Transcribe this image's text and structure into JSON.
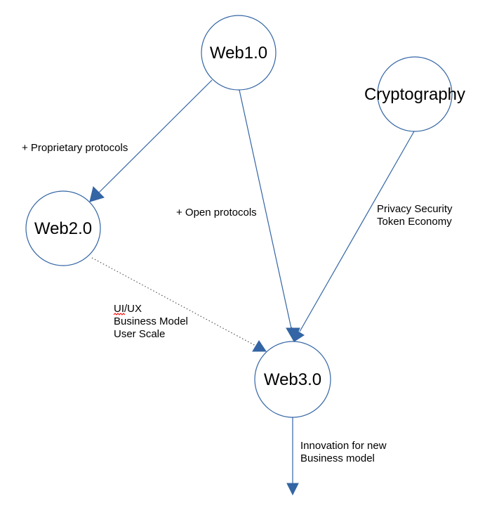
{
  "nodes": {
    "web1": "Web1.0",
    "web2": "Web2.0",
    "web3": "Web3.0",
    "crypto": "Cryptography"
  },
  "edges": {
    "proprietary": "+ Proprietary protocols",
    "open": "+ Open protocols",
    "privacy": [
      "Privacy Security",
      "Token Economy"
    ],
    "web2_to_web3": [
      "UI/UX",
      "Business Model",
      "User Scale"
    ],
    "innovation": [
      "Innovation for new",
      "Business model"
    ]
  },
  "colors": {
    "stroke": "#3465a4",
    "dotted": "#555555"
  }
}
